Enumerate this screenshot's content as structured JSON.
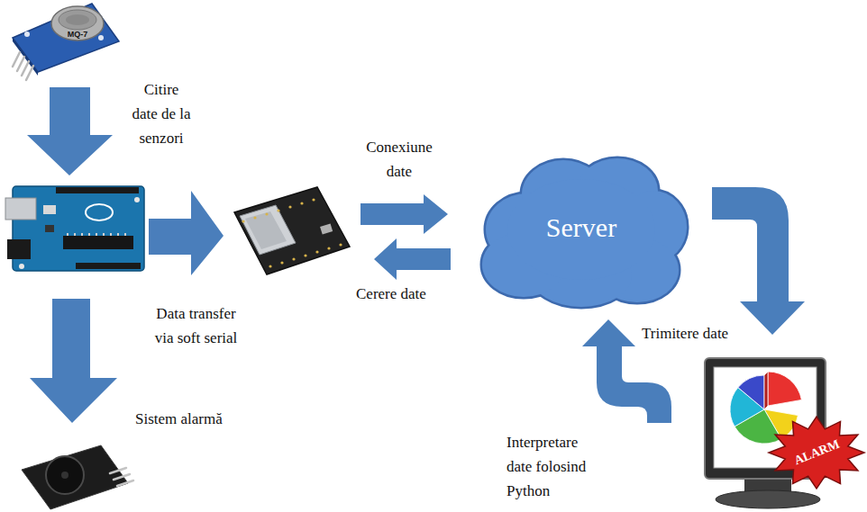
{
  "diagram": {
    "nodes": [
      {
        "text": [
          "MQ-7"
        ]
      },
      {
        "text": [
          "Server"
        ]
      },
      {
        "text": [
          "ALARM"
        ]
      }
    ],
    "labels": [
      "Citire date de la senzori",
      "Data transfer via soft serial",
      "Sistem alarmă",
      "Conexiune date",
      "Cerere date",
      "Trimitere date",
      "Interpretare date folosind Python"
    ]
  }
}
